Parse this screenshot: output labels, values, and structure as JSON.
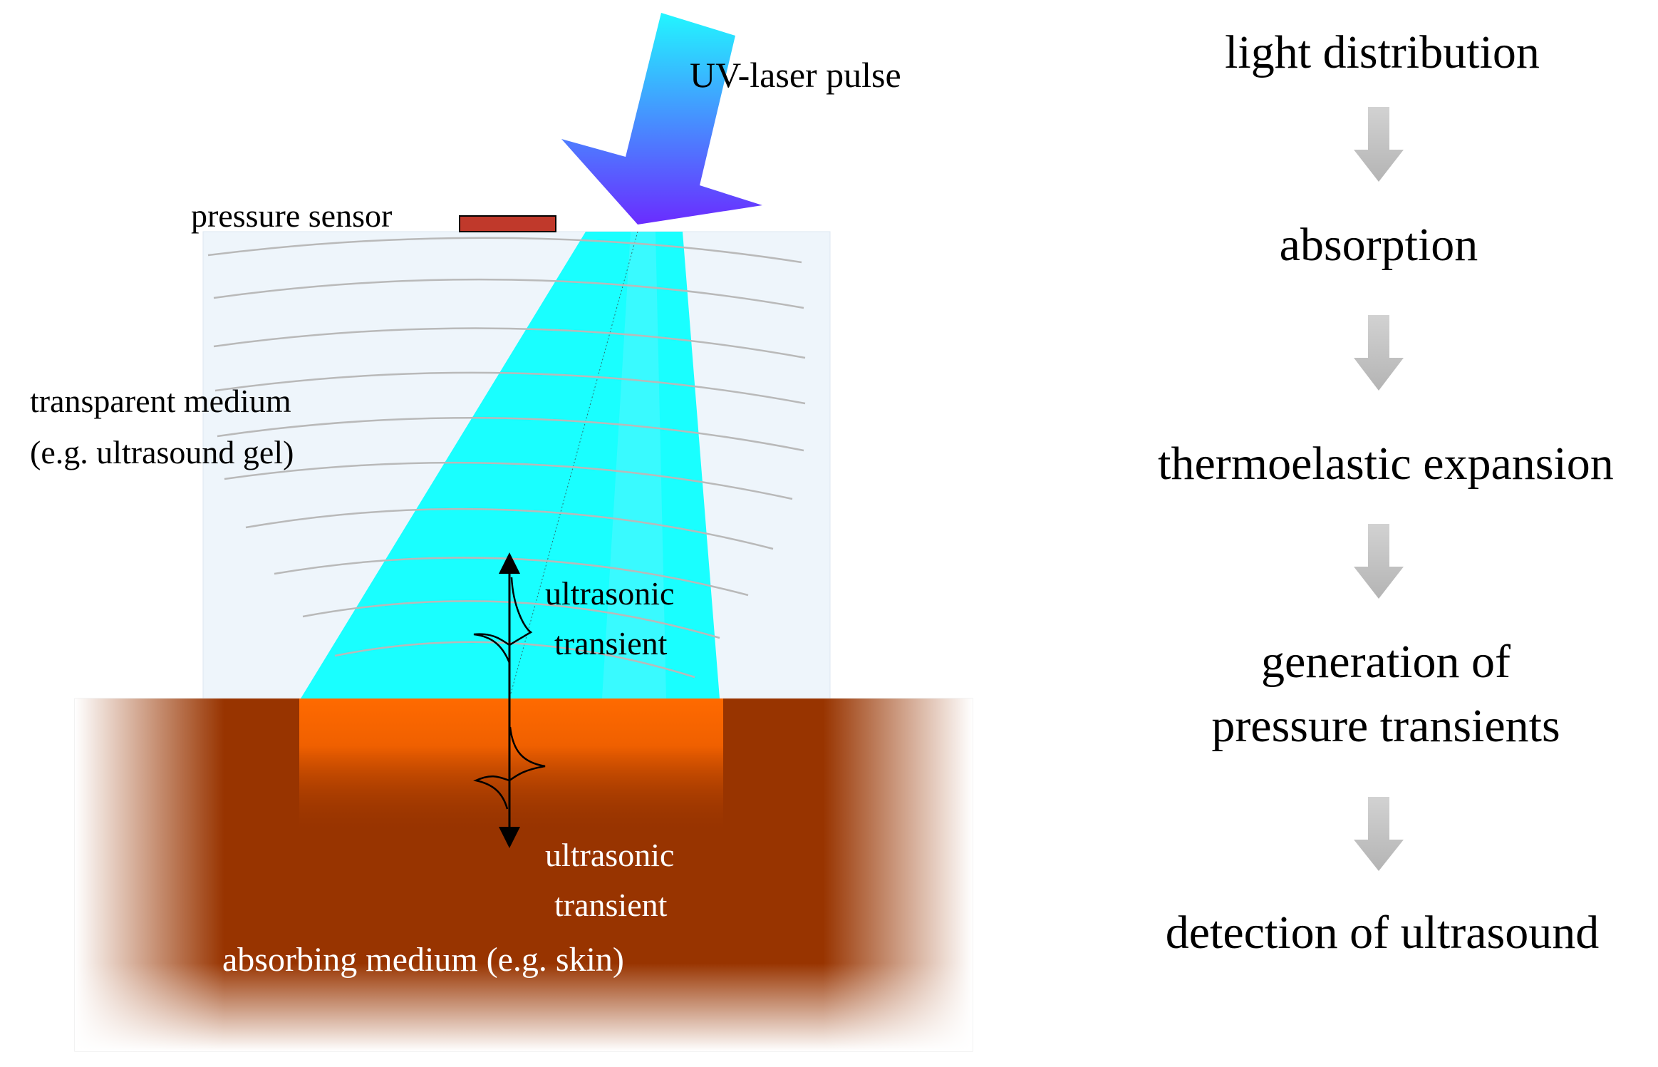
{
  "diagram": {
    "labels": {
      "laser": "UV-laser pulse",
      "sensor": "pressure sensor",
      "transparent_line1": "transparent medium",
      "transparent_line2": "(e.g. ultrasound gel)",
      "transient_upper_line1": "ultrasonic",
      "transient_upper_line2": "transient",
      "transient_lower_line1": "ultrasonic",
      "transient_lower_line2": "transient",
      "absorbing": "absorbing medium (e.g. skin)"
    },
    "colors": {
      "beam": "#19ffff",
      "beam_inner": "#4ff6ff",
      "gel": "#eef5fb",
      "skin_dark": "#983400",
      "skin_hot": "#ff6a00",
      "sensor": "#c0392b",
      "laser_top": "#22f6ff",
      "laser_bottom": "#6a2cff",
      "wavefront": "#b9b9b9",
      "step_arrow": "#c4c4c4"
    }
  },
  "process_steps": [
    {
      "line1": "light distribution",
      "line2": ""
    },
    {
      "line1": "absorption",
      "line2": ""
    },
    {
      "line1": "thermoelastic expansion",
      "line2": ""
    },
    {
      "line1": "generation of",
      "line2": "pressure transients"
    },
    {
      "line1": "detection of ultrasound",
      "line2": ""
    }
  ]
}
